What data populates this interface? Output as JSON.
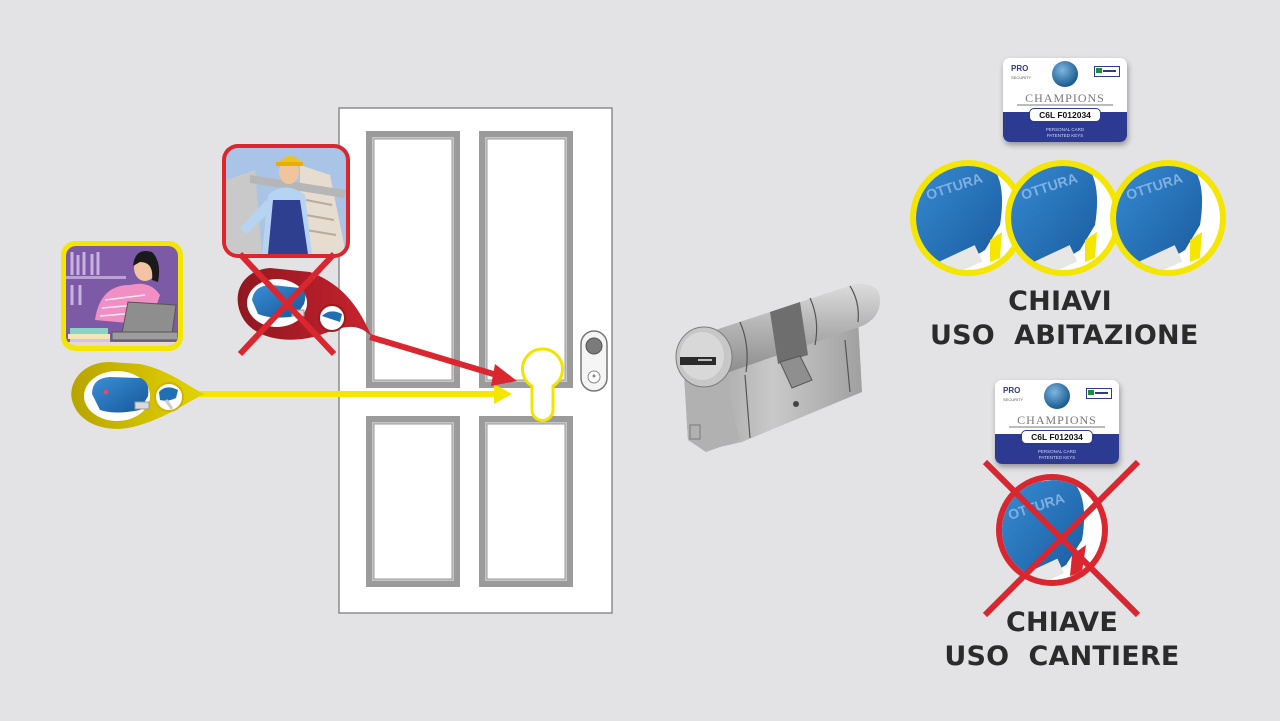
{
  "background_color": "#e3e3e5",
  "colors": {
    "allowed_yellow": "#f4e600",
    "allowed_yellow_dark": "#c9b400",
    "forbidden_red": "#d9262f",
    "forbidden_red_dark": "#9c1a22",
    "key_blue": "#1f6fb5",
    "card_blue": "#2c3b91",
    "door_white": "#ffffff",
    "text_dark": "#2b2b2b"
  },
  "left_panel": {
    "homeowner": {
      "icon": "woman-at-laptop-illustration",
      "frame_color": "yellow",
      "key_icon": "blue-key-icon",
      "arrow": "yellow-arrow-to-cylinder"
    },
    "builder": {
      "icon": "construction-worker-illustration",
      "frame_color": "red",
      "key_icon": "blue-key-icon",
      "crossed_out": true,
      "arrow": "red-arrow-to-cylinder"
    }
  },
  "door": {
    "panels": 4,
    "keyhole": "euro-profile-keyhole",
    "hardware": "door-handle-plate"
  },
  "cylinder": {
    "icon": "euro-profile-lock-cylinder"
  },
  "right_panel": {
    "top_card": {
      "brand_logo": "PRO",
      "brand_sub": "SECURITY",
      "title": "CHAMPIONS",
      "code": "C6L F012034",
      "line1": "PERSONAL CARD",
      "line2": "PATENTED KEYS"
    },
    "house_keys": {
      "count": 3,
      "key_text": "OTTURA",
      "label_line1": "CHIAVI",
      "label_line2": "USO  ABITAZIONE"
    },
    "bottom_card": {
      "brand_logo": "PRO",
      "brand_sub": "SECURITY",
      "title": "CHAMPIONS",
      "code": "C6L F012034",
      "line1": "PERSONAL CARD",
      "line2": "PATENTED KEYS"
    },
    "construction_key": {
      "key_text": "OTTURA",
      "crossed_out": true,
      "label_line1": "CHIAVE",
      "label_line2": "USO  CANTIERE"
    }
  }
}
